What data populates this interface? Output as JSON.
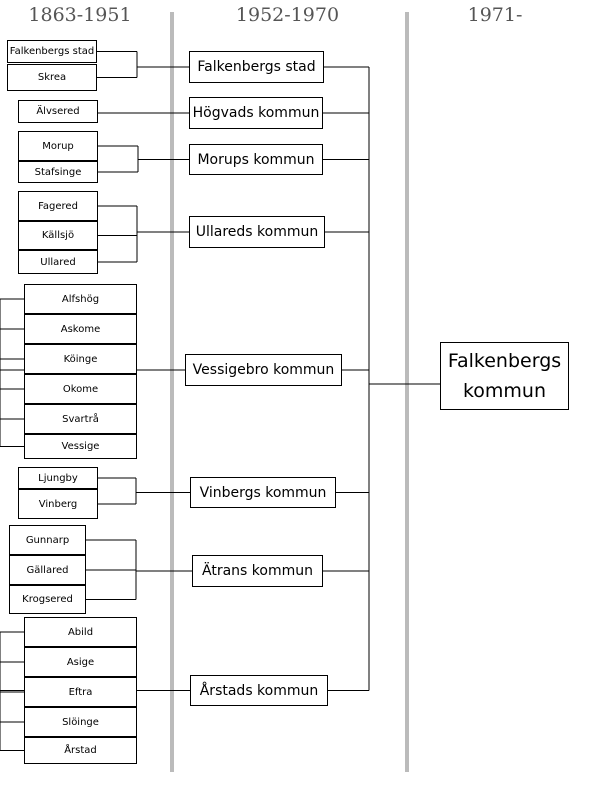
{
  "periods": [
    "1863-1951",
    "1952-1970",
    "1971-"
  ],
  "colors": {
    "divider": "#bbbbbb",
    "line": "#000000",
    "period_text": "#555555"
  },
  "groups": [
    {
      "municipality": "Falkenbergs stad",
      "parishes": [
        "Falkenbergs stad",
        "Skrea"
      ]
    },
    {
      "municipality": "Högvads kommun",
      "parishes": [
        "Älvsered"
      ]
    },
    {
      "municipality": "Morups kommun",
      "parishes": [
        "Morup",
        "Stafsinge"
      ]
    },
    {
      "municipality": "Ullareds kommun",
      "parishes": [
        "Fagered",
        "Källsjö",
        "Ullared"
      ]
    },
    {
      "municipality": "Vessigebro kommun",
      "parishes": [
        "Alfshög",
        "Askome",
        "Köinge",
        "Okome",
        "Svartrå",
        "Vessige"
      ]
    },
    {
      "municipality": "Vinbergs kommun",
      "parishes": [
        "Ljungby",
        "Vinberg"
      ]
    },
    {
      "municipality": "Ätrans kommun",
      "parishes": [
        "Gunnarp",
        "Gällared",
        "Krogsered"
      ]
    },
    {
      "municipality": "Årstads kommun",
      "parishes": [
        "Abild",
        "Asige",
        "Eftra",
        "Slöinge",
        "Årstad"
      ]
    }
  ],
  "final": {
    "name_line1": "Falkenbergs",
    "name_line2": "kommun"
  }
}
